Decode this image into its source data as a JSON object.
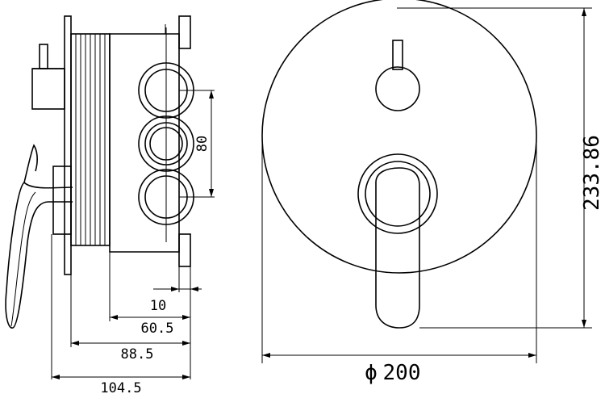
{
  "dimensions": {
    "spacing": "80",
    "projection_10": "10",
    "projection_60_5": "60.5",
    "projection_88_5": "88.5",
    "projection_104_5": "104.5",
    "height": "233.86",
    "diameter_symbol": "ϕ",
    "diameter": "200"
  }
}
